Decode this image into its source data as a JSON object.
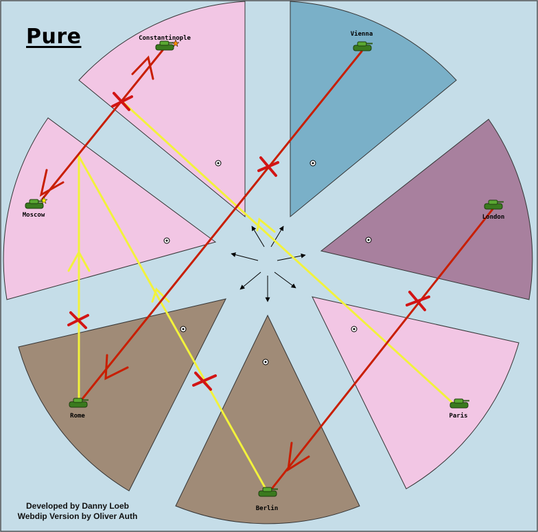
{
  "title": "Pure",
  "credits": {
    "developed_by": "Developed by Danny Loeb",
    "webdip_version": "Webdip Version by Oliver Auth"
  },
  "colors": {
    "background": "#c5dde8",
    "austria": "#7ab0c8",
    "england": "#a8809e",
    "france_russia_turkey": "#f2c6e4",
    "germany_italy": "#a08b77",
    "order_support": "#f2f23c",
    "order_move": "#c81e00",
    "failed_cross": "#d21414",
    "unit_army": "#4a9a2a"
  },
  "provinces": [
    {
      "name": "Constantinople",
      "unit": "army-icon"
    },
    {
      "name": "Vienna",
      "unit": "army-icon"
    },
    {
      "name": "Moscow",
      "unit": "army-icon"
    },
    {
      "name": "London",
      "unit": "army-icon"
    },
    {
      "name": "Rome",
      "unit": "army-icon"
    },
    {
      "name": "Paris",
      "unit": "army-icon"
    },
    {
      "name": "Berlin",
      "unit": "army-icon"
    }
  ]
}
